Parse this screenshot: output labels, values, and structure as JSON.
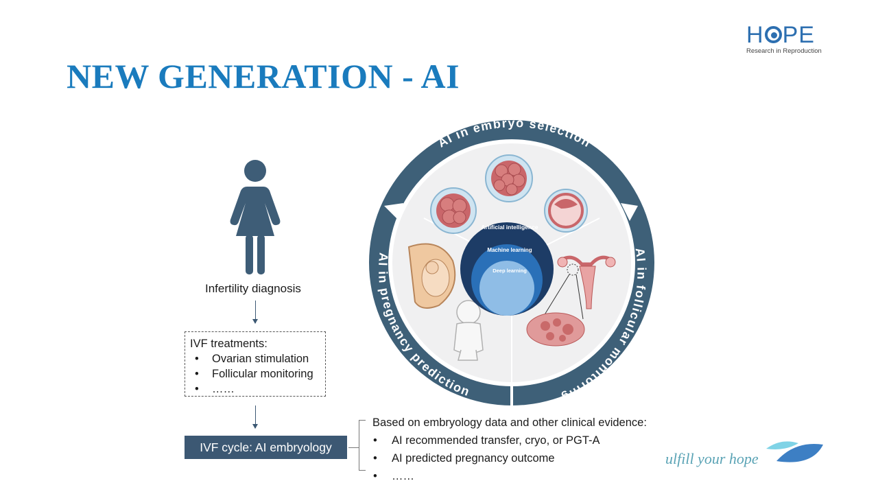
{
  "title": "NEW GENERATION - AI",
  "logo": {
    "word_left": "H",
    "word_right": "PE",
    "subtitle": "Research in Reproduction"
  },
  "flow": {
    "diagnosis": "Infertility diagnosis",
    "ivf_title": "IVF treatments:",
    "ivf_items": [
      "Ovarian stimulation",
      "Follicular monitoring",
      "……"
    ],
    "cycle": "IVF cycle: AI embryology"
  },
  "based_on": {
    "heading": "Based on embryology data and other clinical evidence:",
    "items": [
      "AI recommended transfer, cryo, or PGT-A",
      "AI predicted pregnancy outcome",
      "……"
    ]
  },
  "wheel": {
    "top_label": "AI in embryo selection",
    "right_label": "AI in follicular monitoring",
    "left_label": "AI in pregnancy prediction",
    "rings": [
      "Artificial intelligence",
      "Machine learning",
      "Deep learning"
    ]
  },
  "tagline": "ulfill your hope",
  "colors": {
    "title": "#1a7bbd",
    "ring_band": "#3e6078",
    "box_dark": "#3c5873",
    "ai_outer": "#1d3c66",
    "ml": "#2a70b8",
    "dl": "#8fbde6"
  }
}
